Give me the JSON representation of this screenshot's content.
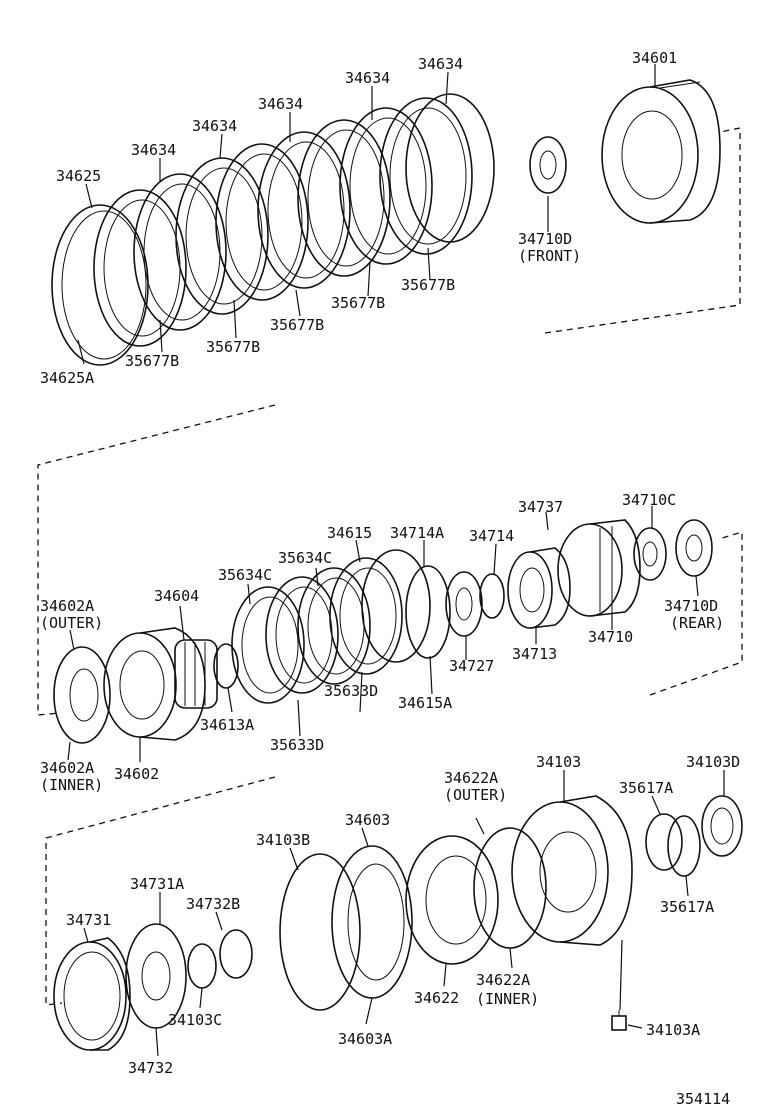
{
  "diagram": {
    "id_number": "354114",
    "labels": {
      "34634_a": "34634",
      "34634_b": "34634",
      "34634_c": "34634",
      "34634_d": "34634",
      "34634_e": "34634",
      "34625": "34625",
      "34625A": "34625A",
      "35677B_a": "35677B",
      "35677B_b": "35677B",
      "35677B_c": "35677B",
      "35677B_d": "35677B",
      "35677B_e": "35677B",
      "34601": "34601",
      "34710D_front": "34710D",
      "front": "(FRONT)",
      "34602A_top": "34602A",
      "outer_1": "(OUTER)",
      "34604": "34604",
      "35634C_a": "35634C",
      "35634C_b": "35634C",
      "34615": "34615",
      "34714A": "34714A",
      "34714": "34714",
      "34737": "34737",
      "34710C": "34710C",
      "34710D_rear": "34710D",
      "rear": "(REAR)",
      "34710": "34710",
      "34713": "34713",
      "34727": "34727",
      "34615A": "34615A",
      "35633D_a": "35633D",
      "35633D_b": "35633D",
      "34613A": "34613A",
      "34602A_bottom": "34602A",
      "inner_1": "(INNER)",
      "34602": "34602",
      "34103": "34103",
      "34622A_top": "34622A",
      "outer_2": "(OUTER)",
      "35617A_a": "35617A",
      "34103D": "34103D",
      "34103B": "34103B",
      "34603": "34603",
      "35617A_b": "35617A",
      "34731A": "34731A",
      "34732B": "34732B",
      "34731": "34731",
      "34622": "34622",
      "34622A_bottom": "34622A",
      "inner_2": "(INNER)",
      "34603A": "34603A",
      "34103C": "34103C",
      "34732": "34732",
      "34103A": "34103A"
    }
  }
}
